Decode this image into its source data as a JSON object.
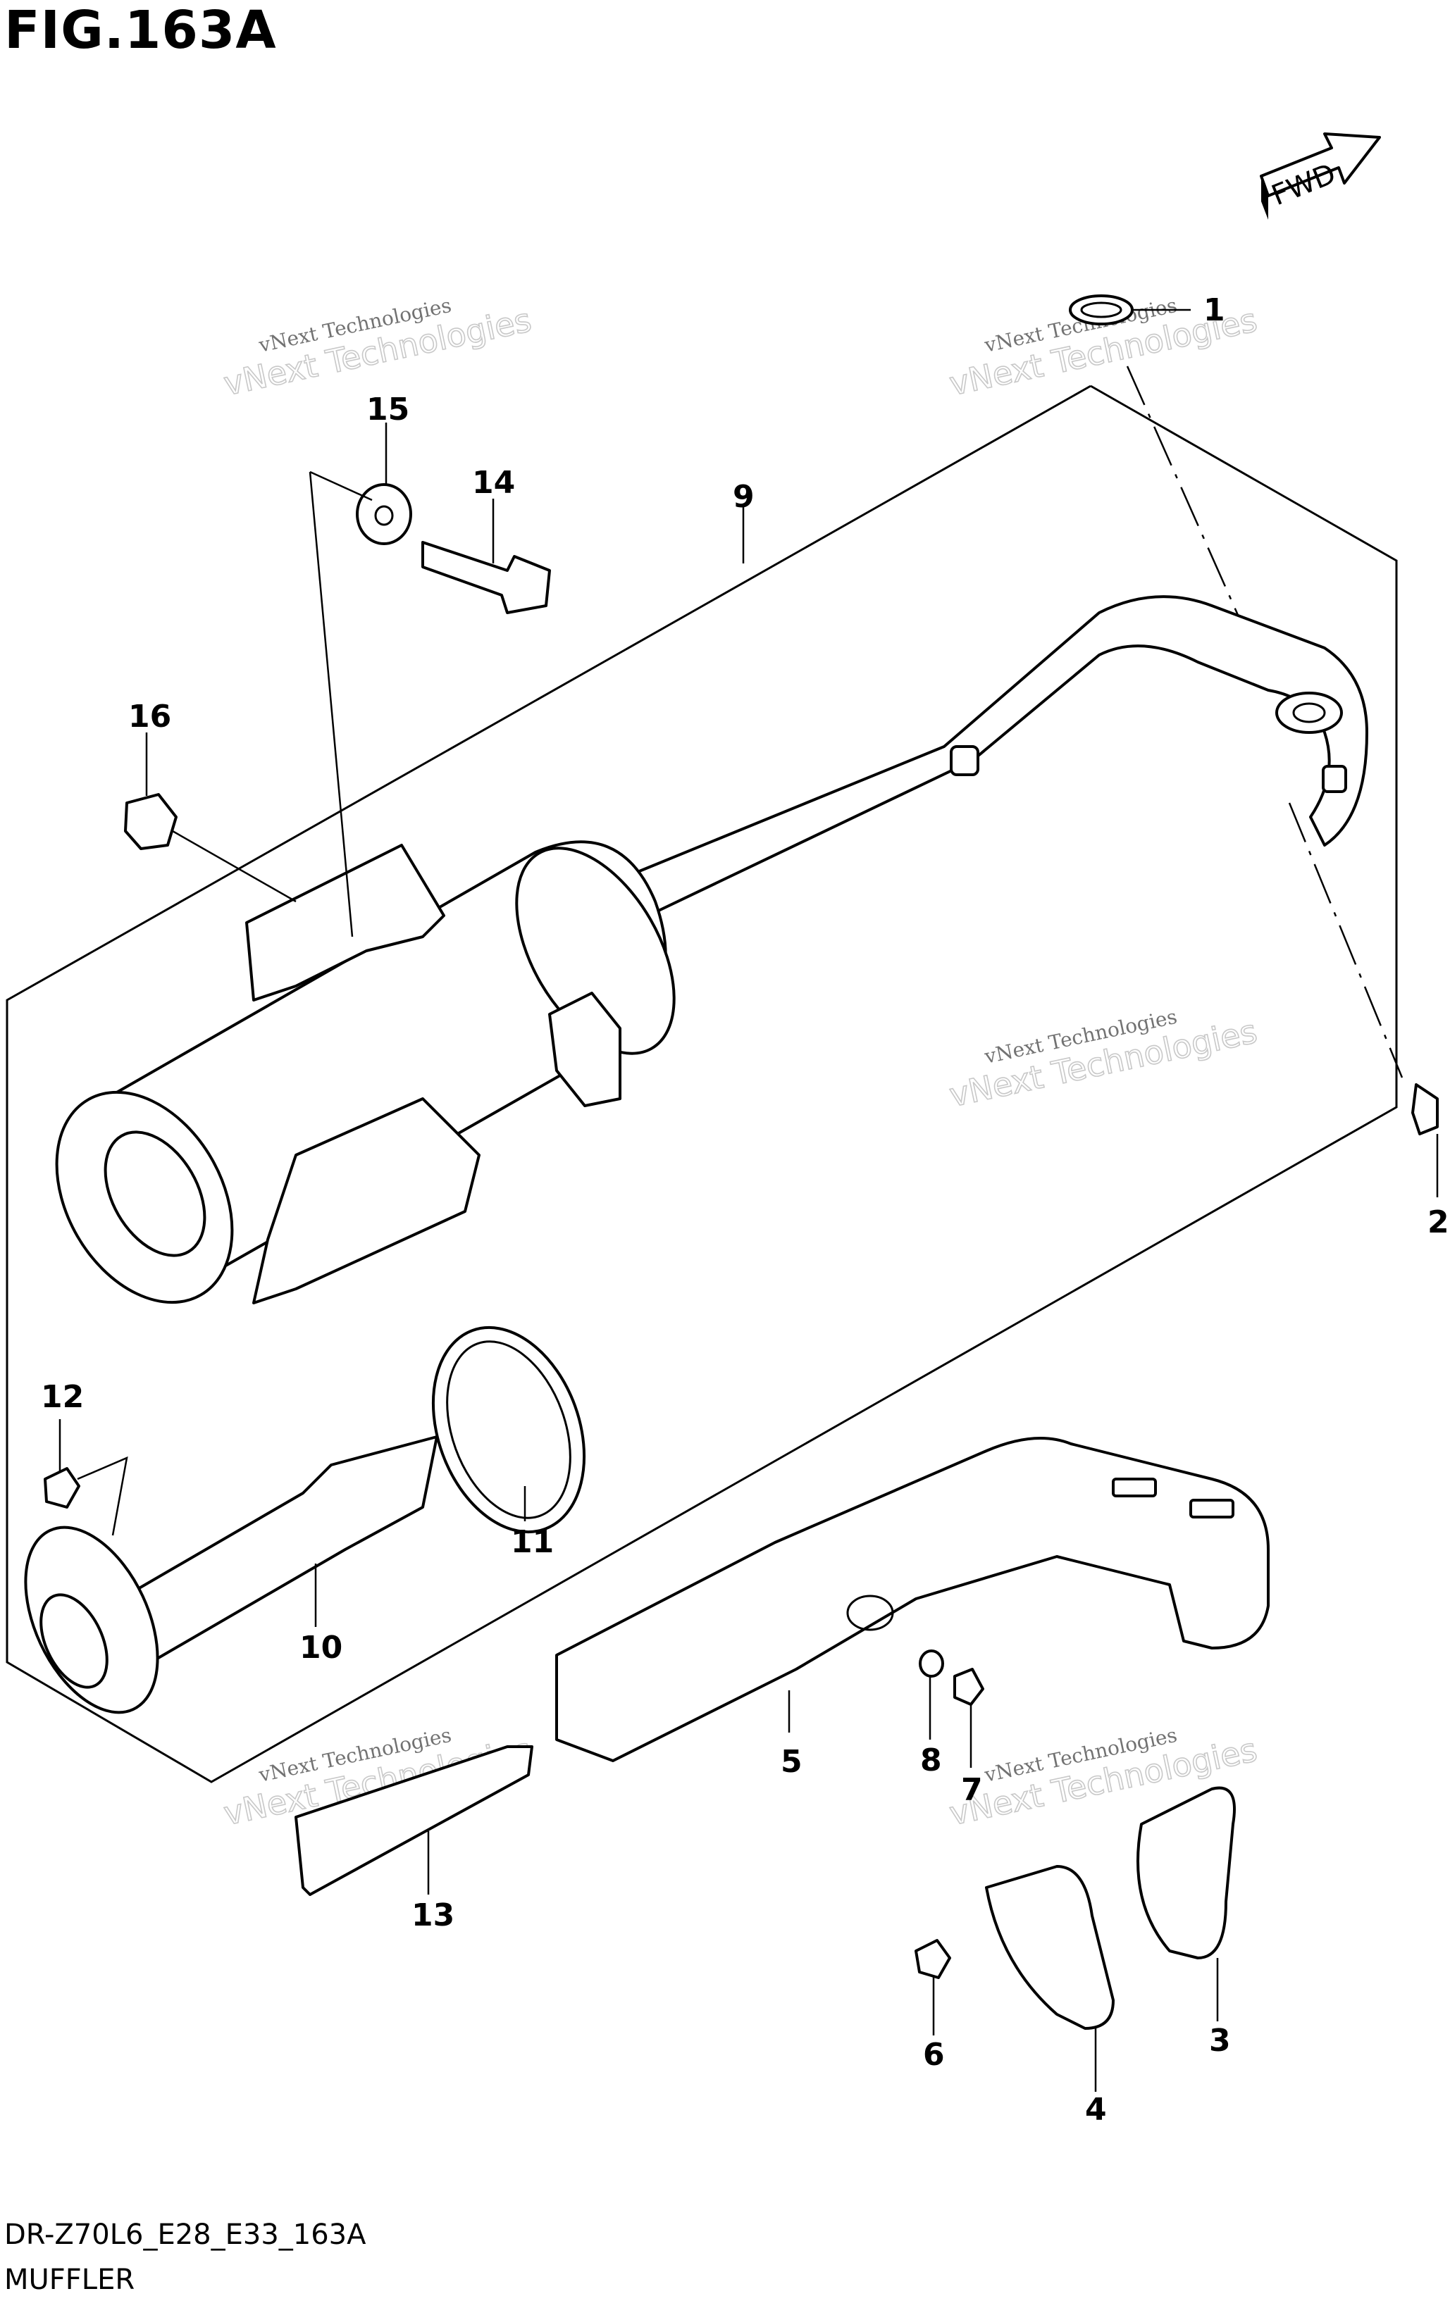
{
  "figure": {
    "title": "FIG.163A",
    "code": "DR-Z70L6_E28_E33_163A",
    "name": "MUFFLER"
  },
  "direction": {
    "label": "FWD"
  },
  "watermark": {
    "line1": "vNext Technologies",
    "line2": "vNext Technologies"
  },
  "callouts": [
    "1",
    "2",
    "3",
    "4",
    "5",
    "6",
    "7",
    "8",
    "9",
    "10",
    "11",
    "12",
    "13",
    "14",
    "15",
    "16"
  ]
}
